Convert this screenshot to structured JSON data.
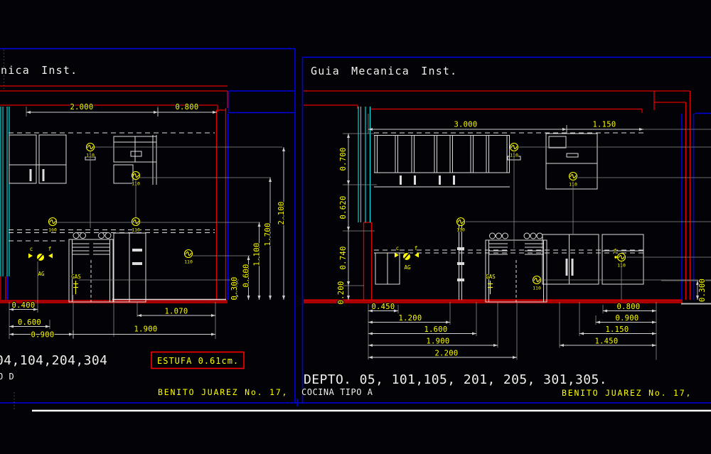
{
  "colors": {
    "background": "#030307",
    "wall_red": "#e00000",
    "wall_dark_red": "#a80000",
    "viewport_blue": "#0000e6",
    "window_cyan": "#00ffff",
    "annotation_yellow": "#ffff00",
    "linework_white": "#dcdcdc",
    "dim_gray": "#cfcfcf"
  },
  "labels": {
    "outlet": "110",
    "hot_tap": "c",
    "cold_tap": "f",
    "water": "AG",
    "gas": "GAS"
  },
  "left_view": {
    "title": "nica Inst.",
    "top_dims": [
      "2.000",
      "0.800"
    ],
    "height_dims": [
      "0.300",
      "0.600",
      "1.100",
      "1.700",
      "2.100"
    ],
    "bottom_dims": [
      "0.400",
      "1.070",
      "0.600",
      "0.900",
      "1.900"
    ],
    "depto": "04,104,204,304",
    "tipo": "O D",
    "note": "ESTUFA 0.61cm.",
    "address": "BENITO JUAREZ No. 17,"
  },
  "right_view": {
    "title": "Guia Mecanica Inst.",
    "top_dims": [
      "3.000",
      "1.150"
    ],
    "left_dims": [
      "0.700",
      "0.620",
      "0.740",
      "0.200"
    ],
    "bottom_dims_left": [
      "0.450",
      "1.200",
      "1.600",
      "1.900",
      "2.200"
    ],
    "bottom_dims_right": [
      "0.800",
      "0.900",
      "1.150",
      "1.450"
    ],
    "wall_dim": "0.300",
    "depto": "DEPTO. 05, 101,105, 201, 205, 301,305.",
    "cocina": "COCINA TIPO A",
    "address": "BENITO JUAREZ No. 17,"
  }
}
